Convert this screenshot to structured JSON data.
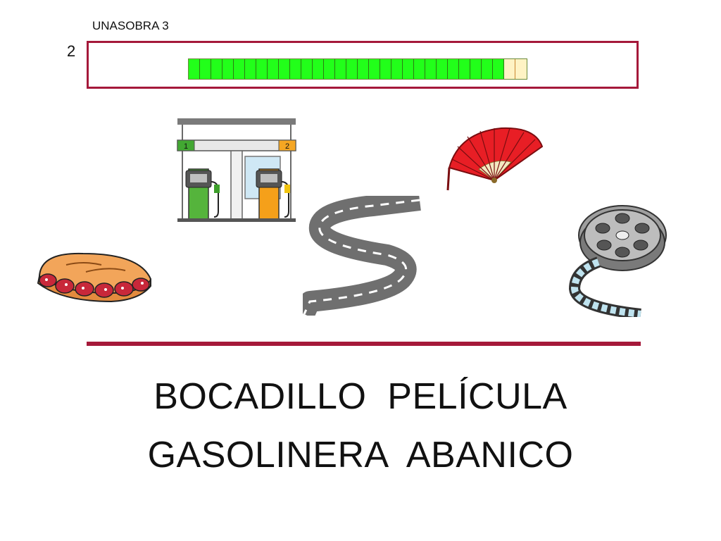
{
  "header": {
    "label": "UNASOBRA 3",
    "row_number": "2"
  },
  "progress": {
    "filled_segments": 28,
    "total_segments": 30,
    "fill_color": "#22ff1a",
    "empty_color": "#fff3c4",
    "frame_color": "#a5193a"
  },
  "pictures": [
    {
      "name": "gas-station-icon",
      "pump_left": "1",
      "pump_right": "2"
    },
    {
      "name": "hand-fan-icon"
    },
    {
      "name": "winding-road-icon"
    },
    {
      "name": "film-reel-icon"
    },
    {
      "name": "sandwich-icon"
    }
  ],
  "words": {
    "line1": "BOCADILLO  PELÍCULA",
    "line2": "GASOLINERA  ABANICO"
  }
}
